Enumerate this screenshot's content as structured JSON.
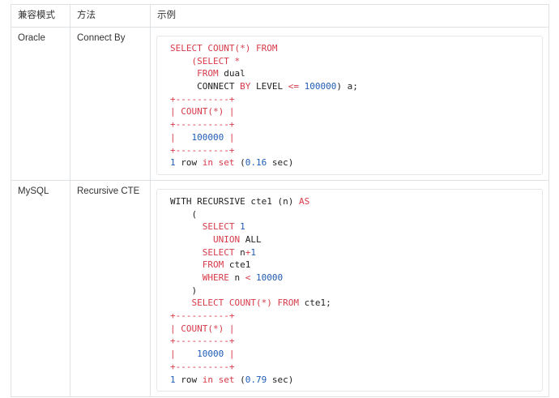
{
  "table": {
    "headers": [
      "兼容模式",
      "方法",
      "示例"
    ],
    "rows": [
      {
        "mode": "Oracle",
        "method": "Connect By",
        "code": [
          [
            [
              "kw",
              "SELECT COUNT(*) FROM"
            ]
          ],
          [
            [
              "t",
              "    "
            ],
            [
              "kw",
              "(SELECT *"
            ]
          ],
          [
            [
              "t",
              "     "
            ],
            [
              "kw",
              "FROM"
            ],
            [
              "t",
              " dual"
            ]
          ],
          [
            [
              "t",
              "     CONNECT "
            ],
            [
              "kw",
              "BY"
            ],
            [
              "t",
              " LEVEL "
            ],
            [
              "kw",
              "<="
            ],
            [
              "t",
              " "
            ],
            [
              "num",
              "100000"
            ],
            [
              "t",
              ") a;"
            ]
          ],
          [
            [
              "sep",
              "+----------+"
            ]
          ],
          [
            [
              "sep",
              "| "
            ],
            [
              "kw",
              "COUNT(*)"
            ],
            [
              "sep",
              " |"
            ]
          ],
          [
            [
              "sep",
              "+----------+"
            ]
          ],
          [
            [
              "sep",
              "|"
            ],
            [
              "t",
              "   "
            ],
            [
              "num",
              "100000"
            ],
            [
              "sep",
              " |"
            ]
          ],
          [
            [
              "sep",
              "+----------+"
            ]
          ],
          [
            [
              "num",
              "1"
            ],
            [
              "t",
              " row "
            ],
            [
              "kw",
              "in set"
            ],
            [
              "t",
              " ("
            ],
            [
              "num",
              "0.16"
            ],
            [
              "t",
              " sec)"
            ]
          ]
        ]
      },
      {
        "mode": "MySQL",
        "method": "Recursive CTE",
        "code": [
          [
            [
              "t",
              "WITH RECURSIVE cte1 (n) "
            ],
            [
              "kw",
              "AS"
            ]
          ],
          [
            [
              "t",
              "    ("
            ]
          ],
          [
            [
              "t",
              "      "
            ],
            [
              "kw",
              "SELECT"
            ],
            [
              "t",
              " "
            ],
            [
              "num",
              "1"
            ]
          ],
          [
            [
              "t",
              "        "
            ],
            [
              "kw",
              "UNION"
            ],
            [
              "t",
              " ALL"
            ]
          ],
          [
            [
              "t",
              "      "
            ],
            [
              "kw",
              "SELECT"
            ],
            [
              "t",
              " n"
            ],
            [
              "kw",
              "+"
            ],
            [
              "num",
              "1"
            ]
          ],
          [
            [
              "t",
              "      "
            ],
            [
              "kw",
              "FROM"
            ],
            [
              "t",
              " cte1"
            ]
          ],
          [
            [
              "t",
              "      "
            ],
            [
              "kw",
              "WHERE"
            ],
            [
              "t",
              " n "
            ],
            [
              "kw",
              "<"
            ],
            [
              "t",
              " "
            ],
            [
              "num",
              "10000"
            ]
          ],
          [
            [
              "t",
              "    )"
            ]
          ],
          [
            [
              "t",
              "    "
            ],
            [
              "kw",
              "SELECT COUNT(*)"
            ],
            [
              "t",
              " "
            ],
            [
              "kw",
              "FROM"
            ],
            [
              "t",
              " cte1;"
            ]
          ],
          [
            [
              "sep",
              "+----------+"
            ]
          ],
          [
            [
              "sep",
              "| "
            ],
            [
              "kw",
              "COUNT(*)"
            ],
            [
              "sep",
              " |"
            ]
          ],
          [
            [
              "sep",
              "+----------+"
            ]
          ],
          [
            [
              "sep",
              "|"
            ],
            [
              "t",
              "    "
            ],
            [
              "num",
              "10000"
            ],
            [
              "sep",
              " |"
            ]
          ],
          [
            [
              "sep",
              "+----------+"
            ]
          ],
          [
            [
              "num",
              "1"
            ],
            [
              "t",
              " row "
            ],
            [
              "kw",
              "in set"
            ],
            [
              "t",
              " ("
            ],
            [
              "num",
              "0.79"
            ],
            [
              "t",
              " sec)"
            ]
          ]
        ]
      }
    ]
  }
}
